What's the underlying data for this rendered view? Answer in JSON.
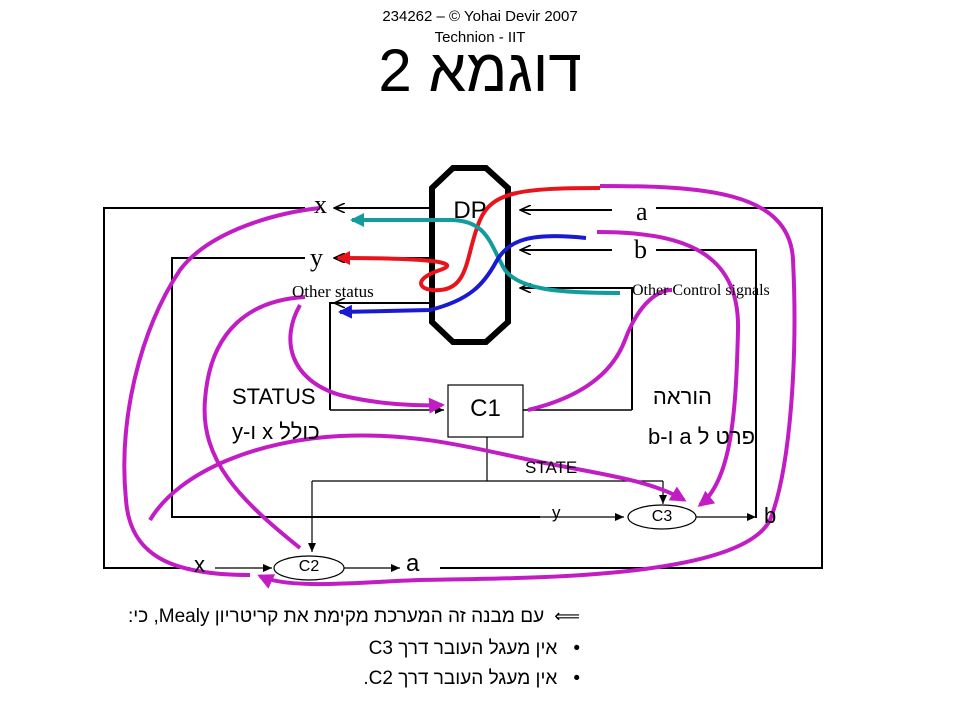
{
  "header": {
    "line1": "234262 – © Yohai Devir 2007",
    "line2": "Technion - IIT"
  },
  "title": "דוגמא 2",
  "diagram": {
    "dp_label": "DP",
    "c1_label": "C1",
    "c2_label": "C2",
    "c3_label": "C3",
    "signal_x": "x",
    "signal_y": "y",
    "signal_a": "a",
    "signal_b": "b",
    "other_status": "Other status",
    "other_control": "Other Control signals",
    "status_label": "STATUS",
    "status_sub": "כולל x ו-y",
    "instruction_label": "הוראה",
    "instruction_sub": "פרט ל a ו-b",
    "state_label": "STATE",
    "y_in_c3": "y",
    "b_out_c3": "b",
    "x_in_c2": "x",
    "a_out_c2": "a",
    "colors": {
      "red": "#e8141b",
      "blue": "#1a1ad0",
      "teal": "#139c9c",
      "magenta": "#c21cc4"
    }
  },
  "notes": {
    "lead": "עם מבנה זה המערכת מקימת את קריטריון Mealy, כי:",
    "arrow_icon": "long-left-arrow",
    "bullets": [
      "אין מעגל העובר דרך C3",
      "אין מעגל העובר דרך C2."
    ]
  }
}
